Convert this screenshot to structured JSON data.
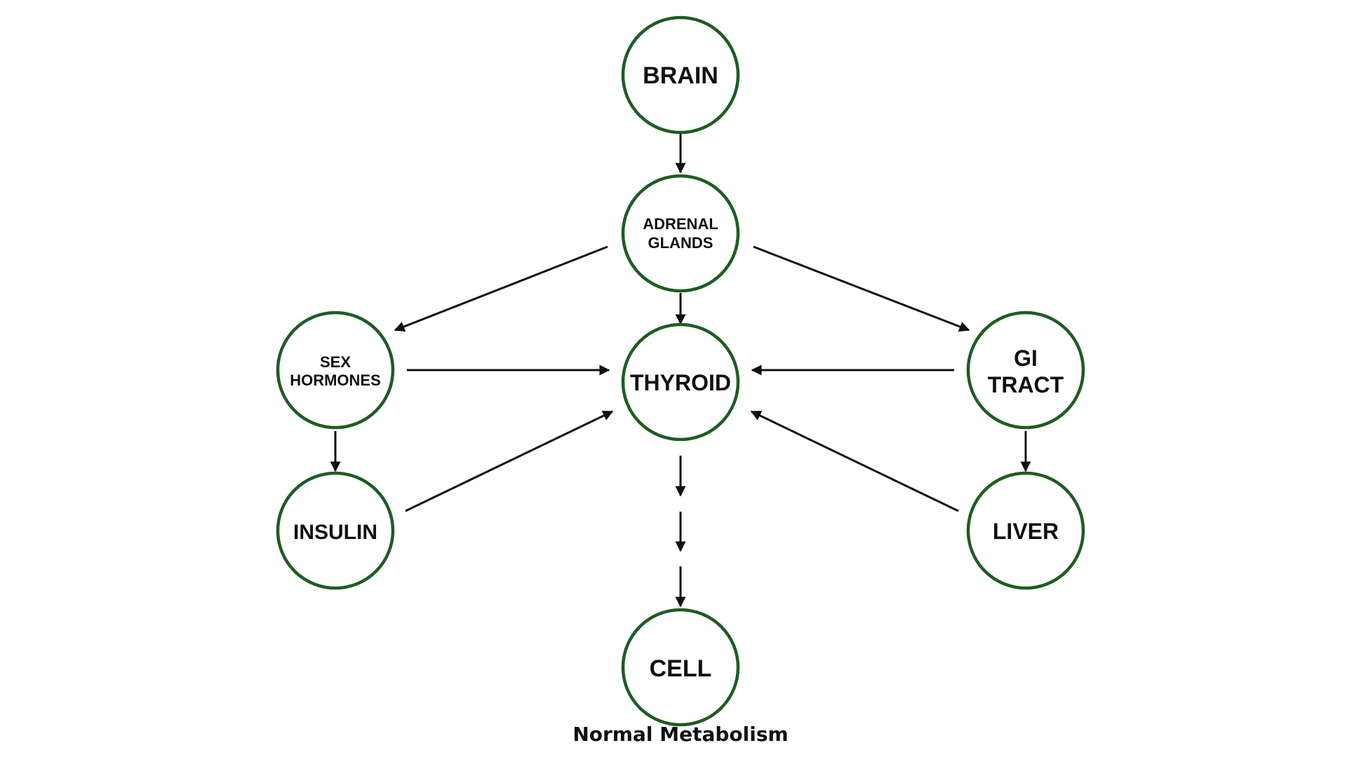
{
  "nodes": {
    "brain": {
      "lines": [
        "BRAIN"
      ]
    },
    "adrenal": {
      "lines": [
        "ADRENAL",
        "GLANDS"
      ]
    },
    "sex": {
      "lines": [
        "SEX",
        "HORMONES"
      ]
    },
    "thyroid": {
      "lines": [
        "THYROID"
      ]
    },
    "gi": {
      "lines": [
        "GI",
        "TRACT"
      ]
    },
    "insulin": {
      "lines": [
        "INSULIN"
      ]
    },
    "liver": {
      "lines": [
        "LIVER"
      ]
    },
    "cell": {
      "lines": [
        "CELL"
      ]
    }
  },
  "edges": [
    {
      "from": "brain",
      "to": "adrenal"
    },
    {
      "from": "adrenal",
      "to": "sex"
    },
    {
      "from": "adrenal",
      "to": "thyroid"
    },
    {
      "from": "adrenal",
      "to": "gi"
    },
    {
      "from": "sex",
      "to": "thyroid"
    },
    {
      "from": "gi",
      "to": "thyroid"
    },
    {
      "from": "sex",
      "to": "insulin"
    },
    {
      "from": "gi",
      "to": "liver"
    },
    {
      "from": "insulin",
      "to": "thyroid"
    },
    {
      "from": "liver",
      "to": "thyroid"
    },
    {
      "from": "thyroid",
      "to": "cell"
    }
  ],
  "caption": "Normal Metabolism",
  "colors": {
    "node_stroke": "#1e5c23",
    "arrow": "#111111",
    "text": "#111111",
    "background": "#ffffff"
  }
}
